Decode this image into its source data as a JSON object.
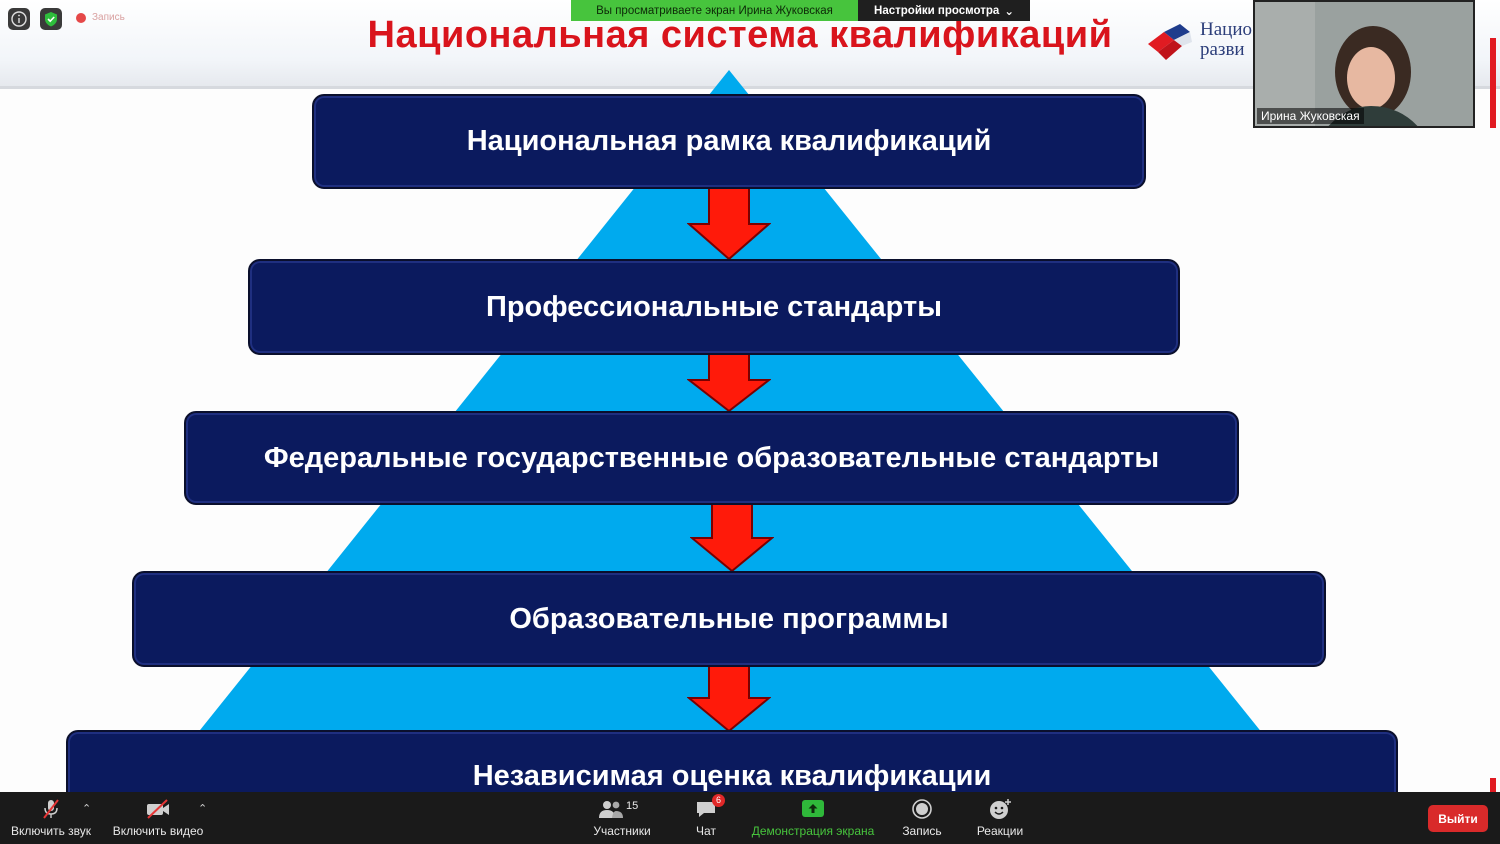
{
  "slide": {
    "title": "Национальная система квалификаций",
    "brand_text_line1": "Нацио",
    "brand_text_line2": "разви",
    "levels": [
      "Национальная рамка квалификаций",
      "Профессиональные стандарты",
      "Федеральные государственные образовательные стандарты",
      "Образовательные программы",
      "Независимая оценка квалификации"
    ],
    "colors": {
      "title": "#d9141c",
      "box": "#0b1a5e",
      "pyramid": "#00aaee",
      "arrow": "#ff1a0a"
    }
  },
  "meeting": {
    "recording_label": "Запись",
    "share_banner": "Вы просматриваете экран Ирина Жуковская",
    "view_options": "Настройки просмотра",
    "participant_name": "Ирина Жуковская"
  },
  "toolbar": {
    "unmute": "Включить звук",
    "start_video": "Включить видео",
    "participants": "Участники",
    "participants_count": "15",
    "chat": "Чат",
    "chat_badge": "6",
    "share_screen": "Демонстрация экрана",
    "record": "Запись",
    "reactions": "Реакции",
    "leave": "Выйти"
  }
}
